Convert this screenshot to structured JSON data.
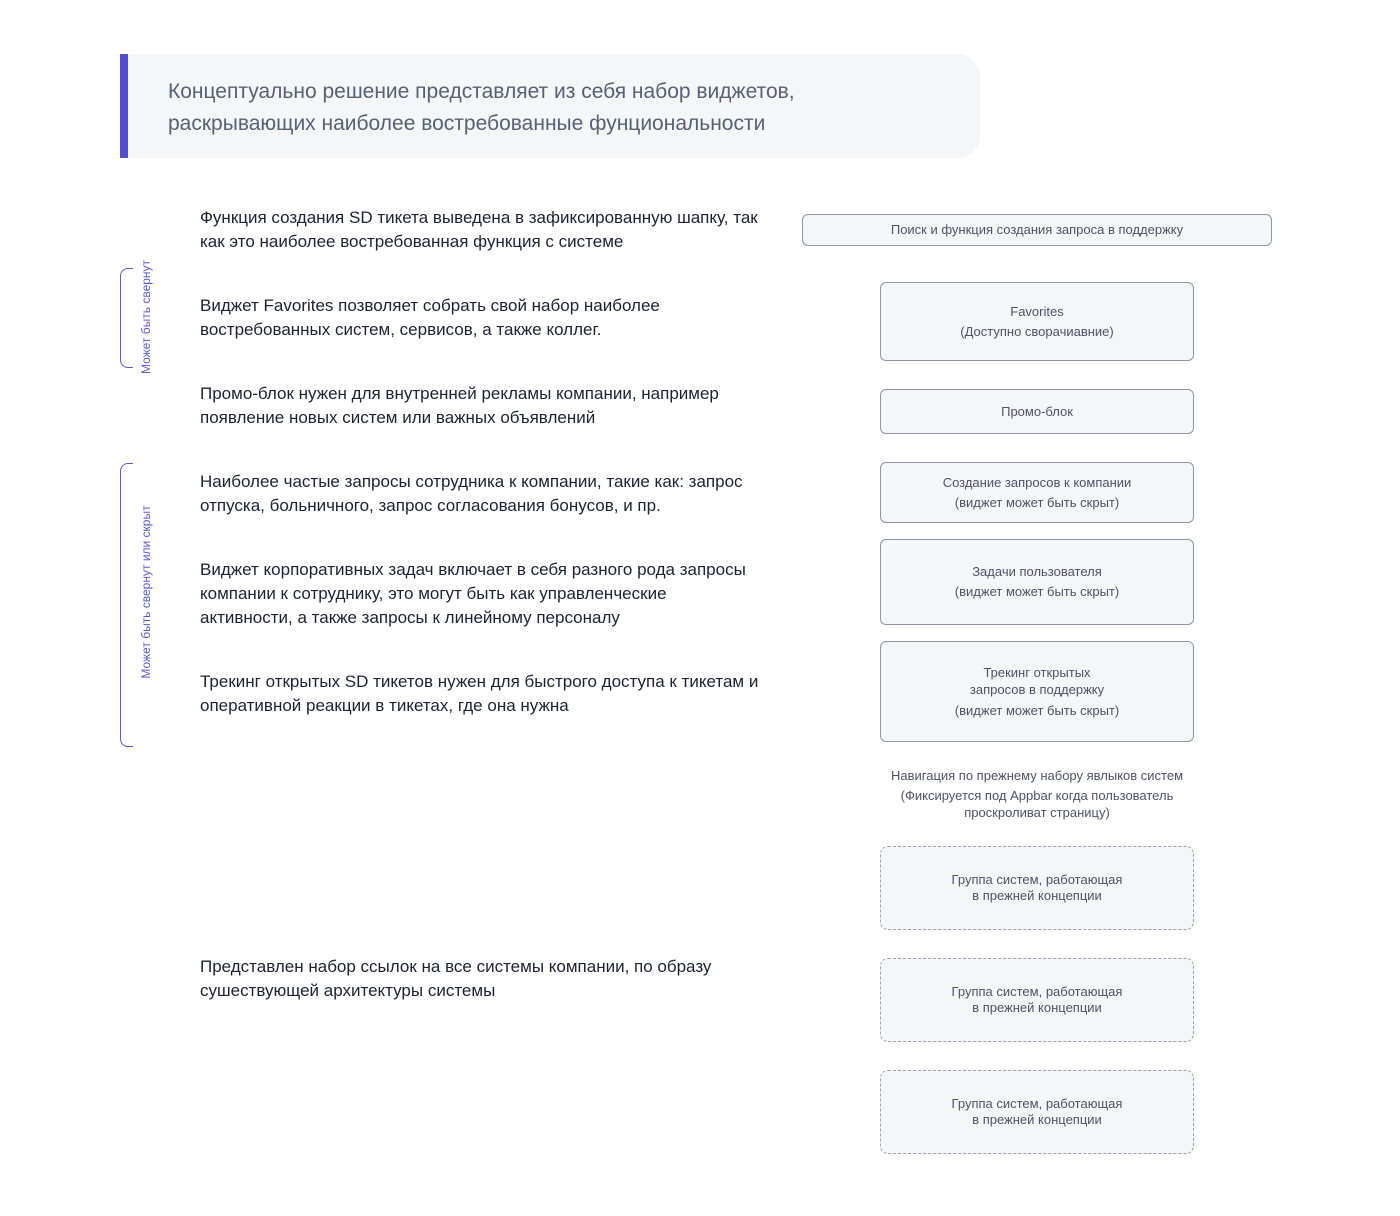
{
  "intro": {
    "line1": "Концептуально решение представляет из себя набор виджетов,",
    "line2": "раскрывающих наиболее востребованные фунциональности"
  },
  "brackets": {
    "collapsible": "Может быть свернут",
    "collapsible_or_hidden": "Может быть свернут или  скрыт"
  },
  "descriptions": {
    "sd_ticket": {
      "line1": "Функция создания SD тикета выведена в зафиксированную шапку, так",
      "line2": "как это наиболее востребованная функция с системе"
    },
    "favorites": {
      "line1": "Виджет Favorites позволяет собрать свой набор наиболее",
      "line2": "востребованных систем, сервисов, а также коллег."
    },
    "promo": {
      "line1": "Промо-блок нужен для внутренней рекламы компании, например",
      "line2": "появление новых систем или важных объявлений"
    },
    "requests": {
      "line1": "Наиболее частые запросы сотрудника к компании, такие как: запрос",
      "line2": "отпуска, больничного, запрос согласования бонусов, и пр."
    },
    "tasks": {
      "line1": "Виджет корпоративных задач включает в себя разного рода запросы",
      "line2": "компании к сотруднику, это могут быть как управленческие",
      "line3": "активности, а также запросы к линейному персоналу"
    },
    "tracking": {
      "line1": "Трекинг открытых SD тикетов нужен для быстрого доступа к тикетам и",
      "line2": "оперативной реакции в тикетах, где она нужна"
    },
    "links": {
      "line1": "Представлен набор ссылок на все системы компании, по образу",
      "line2": "сушествующей архитектуры системы"
    }
  },
  "widgets": {
    "search": "Поиск и функция создания запроса в поддержку",
    "favorites": {
      "line1": "Favorites",
      "line2": "(Доступно сворачиавние)"
    },
    "promo": "Промо-блок",
    "requests": {
      "line1": "Создание запросов к компании",
      "line2": "(виджет может быть скрыт)"
    },
    "tasks": {
      "line1": "Задачи пользователя",
      "line2": "(виджет может быть скрыт)"
    },
    "tracking": {
      "line1": "Трекинг открытых",
      "line2": "запросов в поддержку",
      "line3": "(виджет может быть скрыт)"
    },
    "navigation": {
      "line1": "Навигация по прежнему набору явлыков систем",
      "line2": "(Фиксируется под Appbar когда пользователь",
      "line3": "проскроливат страницу)"
    },
    "groups": [
      {
        "line1": "Группа систем, работающая",
        "line2": "в прежней концепции"
      },
      {
        "line1": "Группа систем, работающая",
        "line2": "в прежней концепции"
      },
      {
        "line1": "Группа систем, работающая",
        "line2": "в прежней концепции"
      }
    ]
  }
}
